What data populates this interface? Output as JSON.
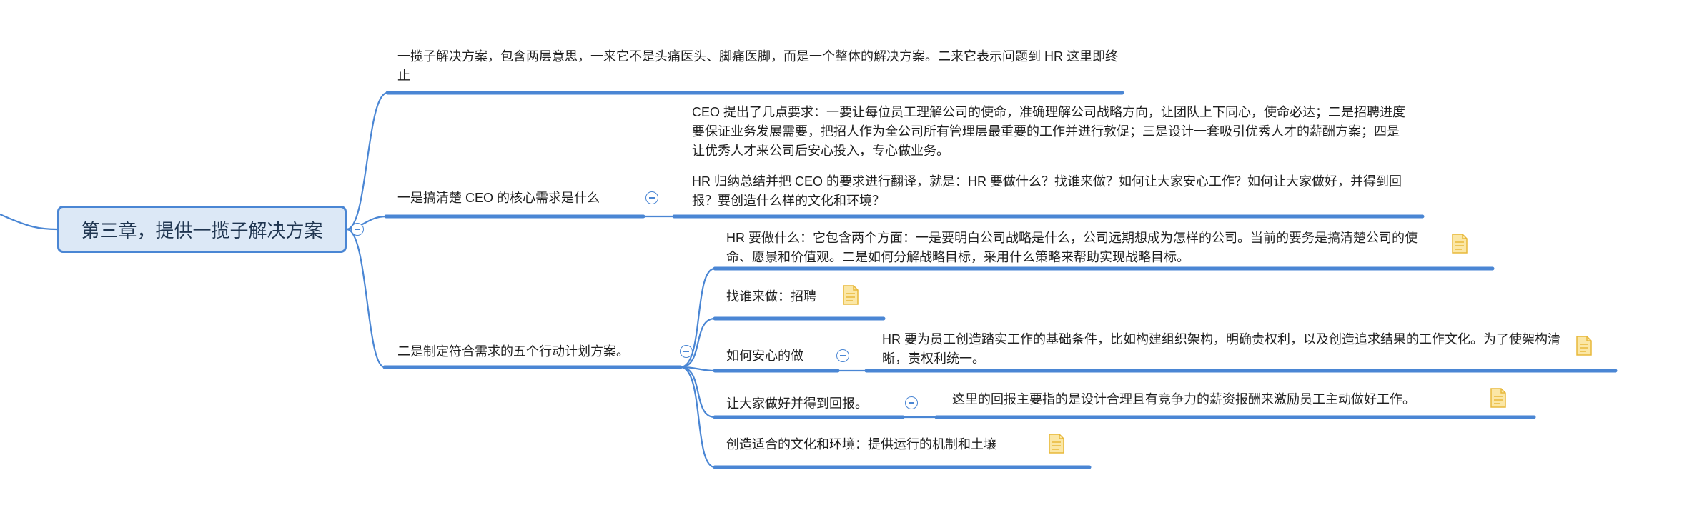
{
  "root": {
    "title": "第三章，提供一揽子解决方案"
  },
  "branch_one_package": {
    "text": "一揽子解决方案，包含两层意思，一来它不是头痛医头、脚痛医脚，而是一个整体的解决方案。二来它表示问题到 HR 这里即终止"
  },
  "branch_ceo_needs": {
    "label": "一是搞清楚 CEO 的核心需求是什么",
    "detail_p1": "CEO 提出了几点要求：一要让每位员工理解公司的使命，准确理解公司战略方向，让团队上下同心，使命必达；二是招聘进度要保证业务发展需要，把招人作为全公司所有管理层最重要的工作并进行敦促；三是设计一套吸引优秀人才的薪酬方案；四是让优秀人才来公司后安心投入，专心做业务。",
    "detail_p2": "HR 归纳总结并把 CEO 的要求进行翻译，就是：HR 要做什么？找谁来做？如何让大家安心工作？如何让大家做好，并得到回报？要创造什么样的文化和环境？"
  },
  "branch_five_plans": {
    "label": "二是制定符合需求的五个行动计划方案。",
    "items": [
      {
        "text": "HR 要做什么：它包含两个方面：一是要明白公司战略是什么，公司远期想成为怎样的公司。当前的要务是搞清楚公司的使命、愿景和价值观。二是如何分解战略目标，采用什么策略来帮助实现战略目标。"
      },
      {
        "text": "找谁来做：招聘"
      },
      {
        "text": "如何安心的做",
        "child": "HR 要为员工创造踏实工作的基础条件，比如构建组织架构，明确责权利，以及创造追求结果的工作文化。为了使架构清晰，责权利统一。"
      },
      {
        "text": "让大家做好并得到回报。",
        "child": "这里的回报主要指的是设计合理且有竞争力的薪资报酬来激励员工主动做好工作。"
      },
      {
        "text": "创造适合的文化和环境：提供运行的机制和土壤"
      }
    ]
  },
  "icons": {
    "collapse": "collapse-minus-icon",
    "note": "note-document-icon"
  },
  "colors": {
    "line": "#4a86d4",
    "root_fill": "#dce8f6",
    "note_fill": "#fbe7a6",
    "note_border": "#e8b83a"
  }
}
